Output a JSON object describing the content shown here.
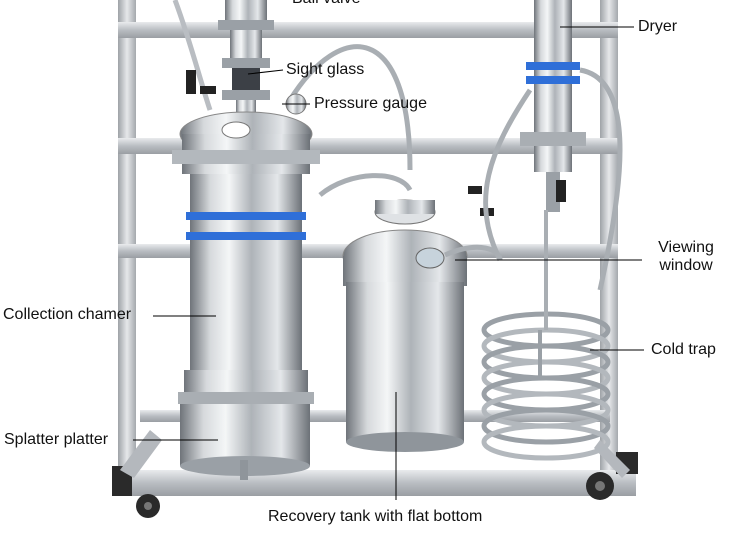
{
  "labels": {
    "ball_valve": "Ball valve",
    "sight_glass": "Sight glass",
    "pressure_gauge": "Pressure gauge",
    "dryer": "Dryer",
    "viewing_window_line1": "Viewing",
    "viewing_window_line2": "window",
    "collection_chamber": "Collection chamer",
    "cold_trap": "Cold trap",
    "splatter_platter": "Splatter platter",
    "recovery_tank": "Recovery tank with flat bottom"
  },
  "colors": {
    "steel_dark": "#7d8288",
    "steel_mid": "#c9cdd1",
    "steel_light": "#f1f3f5",
    "frame": "#c3c6ca",
    "seal_blue": "#2f6fd8",
    "wheel": "#2a2a2a",
    "leader": "#000000"
  }
}
